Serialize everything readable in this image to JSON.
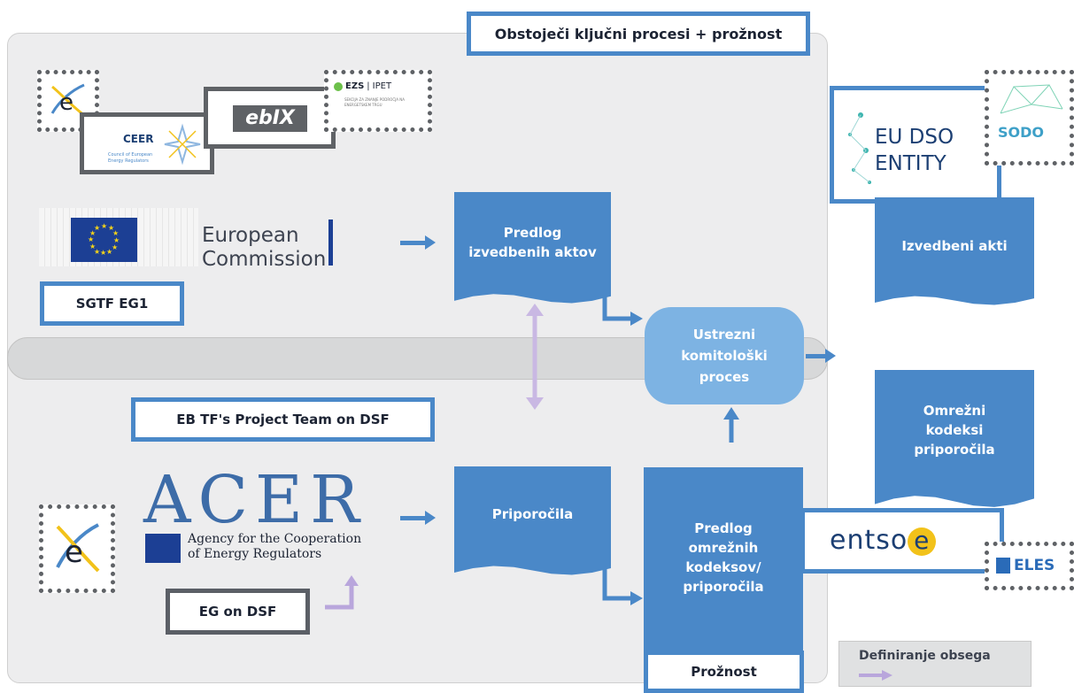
{
  "top_title": "Obstoječi ključni procesi + prožnost",
  "ec": {
    "line1": "European",
    "line2": "Commission"
  },
  "ceer": {
    "name": "CEER",
    "sub1": "Council of European",
    "sub2": "Energy Regulators"
  },
  "ebix": "ebIX",
  "ezs": {
    "name": "EZS",
    "sep": "|",
    "suffix": "IPET",
    "sub": "SEKCIJA ZA ZNANJE PODROČJA NA ENERGETSKEM TRGU"
  },
  "sgtf": "SGTF EG1",
  "predlog_izv": {
    "line1": "Predlog",
    "line2": "izvedbenih aktov"
  },
  "izvedbeni": "Izvedbeni akti",
  "eu_dso": {
    "line1": "EU DSO",
    "line2": "ENTITY"
  },
  "sodo": "SODO",
  "komit": {
    "line1": "Ustrezni",
    "line2": "komitološki",
    "line3": "proces"
  },
  "eb_tf": "EB TF's Project Team on DSF",
  "omrezni": {
    "line1": "Omrežni",
    "line2": "kodeksi",
    "line3": "priporočila"
  },
  "acer": {
    "big": "ACER",
    "line1": "Agency for the Cooperation",
    "line2": "of Energy Regulators"
  },
  "priporocila": "Priporočila",
  "predlog_omr": {
    "line1": "Predlog",
    "line2": "omrežnih",
    "line3": "kodeksov/",
    "line4": "priporočila"
  },
  "entsoe": {
    "main": "entso",
    "e": "e"
  },
  "eles": "ELES",
  "eg_dsf": "EG on DSF",
  "legend": "Definiranje obsega",
  "proznost": "Prožnost",
  "colors": {
    "blue": "#4a88c8",
    "light_blue": "#7db3e3",
    "panel": "#ededee",
    "lavender": "#c9b8e3"
  }
}
